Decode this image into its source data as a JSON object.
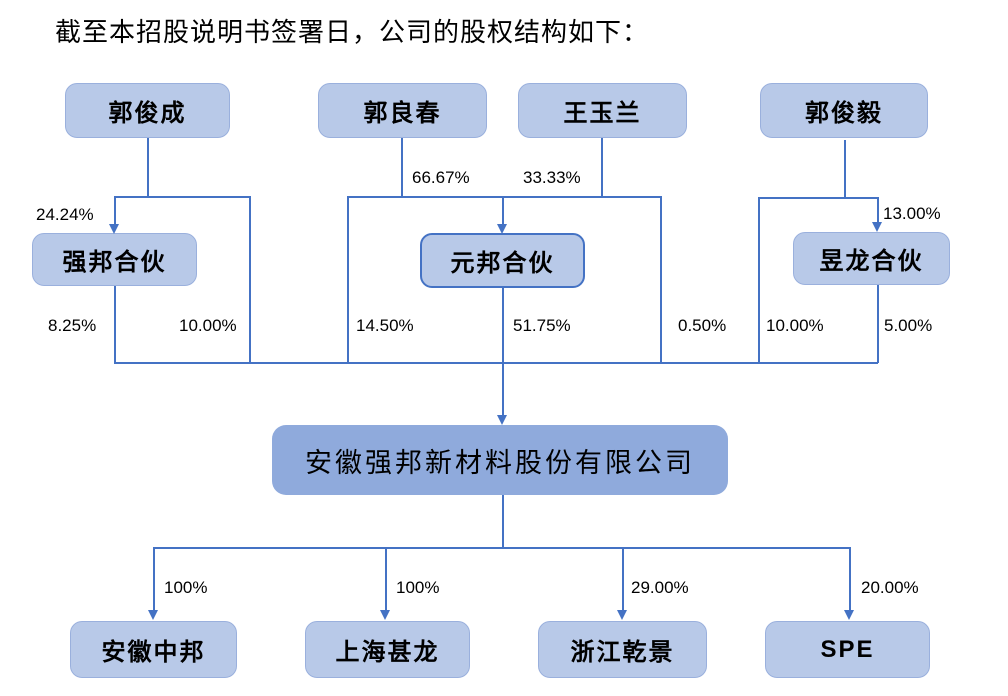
{
  "page": {
    "intro_text": "截至本招股说明书签署日，公司的股权结构如下："
  },
  "diagram": {
    "colors": {
      "node_fill": "#b8c9e8",
      "node_border": "#9ab0dd",
      "company_fill": "#8faadc",
      "line": "#4472c4",
      "highlight_border": "#4472c4",
      "text": "#000000"
    },
    "shareholders": [
      {
        "name": "郭俊成"
      },
      {
        "name": "郭良春"
      },
      {
        "name": "王玉兰"
      },
      {
        "name": "郭俊毅"
      }
    ],
    "partnerships": [
      {
        "name": "强邦合伙"
      },
      {
        "name": "元邦合伙",
        "highlighted": true
      },
      {
        "name": "昱龙合伙"
      }
    ],
    "company": {
      "name": "安徽强邦新材料股份有限公司"
    },
    "subsidiaries": [
      {
        "name": "安徽中邦"
      },
      {
        "name": "上海甚龙"
      },
      {
        "name": "浙江乾景"
      },
      {
        "name": "SPE"
      }
    ],
    "edges": [
      {
        "from": "郭俊成",
        "to": "强邦合伙",
        "percent": "24.24%"
      },
      {
        "from": "郭良春",
        "to": "元邦合伙",
        "percent": "66.67%"
      },
      {
        "from": "王玉兰",
        "to": "元邦合伙",
        "percent": "33.33%"
      },
      {
        "from": "郭俊毅",
        "to": "昱龙合伙",
        "percent": "13.00%"
      },
      {
        "from": "强邦合伙",
        "to": "安徽强邦新材料股份有限公司",
        "percent": "8.25%"
      },
      {
        "from": "郭俊成",
        "to": "安徽强邦新材料股份有限公司",
        "percent": "10.00%"
      },
      {
        "from": "郭良春",
        "to": "安徽强邦新材料股份有限公司",
        "percent": "14.50%"
      },
      {
        "from": "元邦合伙",
        "to": "安徽强邦新材料股份有限公司",
        "percent": "51.75%"
      },
      {
        "from": "王玉兰",
        "to": "安徽强邦新材料股份有限公司",
        "percent": "0.50%"
      },
      {
        "from": "郭俊毅",
        "to": "安徽强邦新材料股份有限公司",
        "percent": "10.00%"
      },
      {
        "from": "昱龙合伙",
        "to": "安徽强邦新材料股份有限公司",
        "percent": "5.00%"
      },
      {
        "from": "安徽强邦新材料股份有限公司",
        "to": "安徽中邦",
        "percent": "100%"
      },
      {
        "from": "安徽强邦新材料股份有限公司",
        "to": "上海甚龙",
        "percent": "100%"
      },
      {
        "from": "安徽强邦新材料股份有限公司",
        "to": "浙江乾景",
        "percent": "29.00%"
      },
      {
        "from": "安徽强邦新材料股份有限公司",
        "to": "SPE",
        "percent": "20.00%"
      }
    ]
  }
}
